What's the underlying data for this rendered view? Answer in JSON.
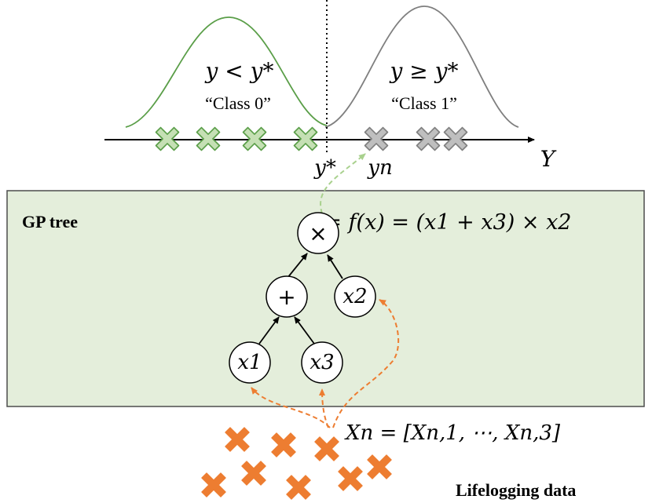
{
  "top": {
    "left_condition": "y < y*",
    "left_class": "“Class 0”",
    "right_condition": "y ≥ y*",
    "right_class": "“Class 1”",
    "threshold_label": "y*",
    "sample_label": "yn",
    "axis_label": "Y",
    "class0_color": "#5a9e48",
    "class1_color": "#7f7f7f"
  },
  "gp_tree": {
    "title": "GP tree",
    "equation": "y = f(x) = (x1 + x3) × x2",
    "panel_color": "#e4eedb",
    "nodes": {
      "root": "×",
      "plus": "+",
      "x1": "x1",
      "x2": "x2",
      "x3": "x3"
    }
  },
  "bottom": {
    "input_label": "Xn = [Xn,1, ⋯, Xn,3]",
    "data_title": "Lifelogging data",
    "marker_color": "#ed7d31"
  }
}
